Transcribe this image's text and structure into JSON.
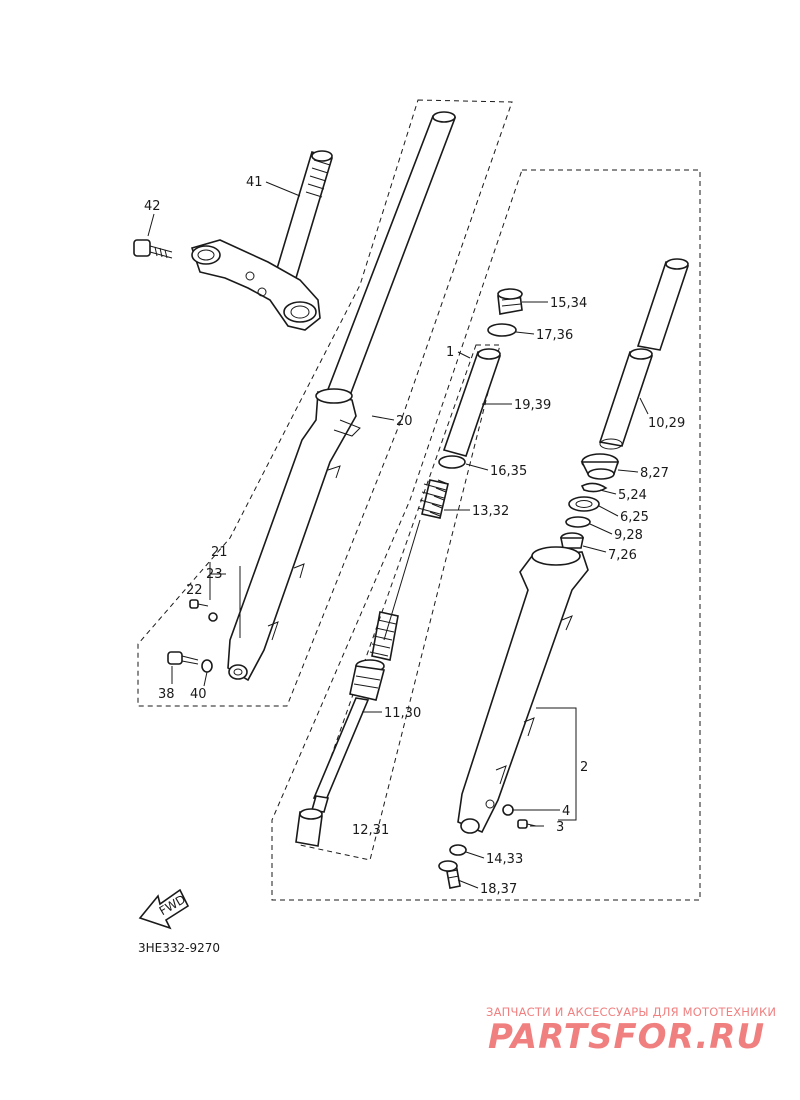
{
  "diagram": {
    "labels": {
      "p41": "41",
      "p42": "42",
      "p15_34": "15,34",
      "p17_36": "17,36",
      "p1": "1",
      "p19_39": "19,39",
      "p20": "20",
      "p10_29": "10,29",
      "p8_27": "8,27",
      "p16_35": "16,35",
      "p5_24": "5,24",
      "p13_32": "13,32",
      "p6_25": "6,25",
      "p9_28": "9,28",
      "p7_26": "7,26",
      "p21": "21",
      "p23": "23",
      "p22": "22",
      "p38": "38",
      "p40": "40",
      "p11_30": "11,30",
      "p2": "2",
      "p4": "4",
      "p3": "3",
      "p12_31": "12,31",
      "p14_33": "14,33",
      "p18_37": "18,37"
    },
    "fwd_label": "FWD",
    "drawing_code": "3HE332-9270"
  },
  "watermark": {
    "subtitle": "ЗАПЧАСТИ И АКСЕССУАРЫ ДЛЯ МОТОТЕХНИКИ",
    "brand": "PARTSFOR.RU"
  }
}
